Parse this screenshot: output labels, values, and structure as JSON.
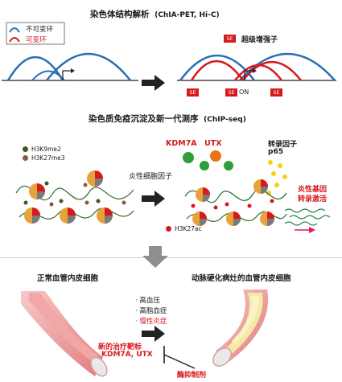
{
  "section1": {
    "title": "染色体结构解析",
    "method": "(ChIA-PET, Hi-C)",
    "legend": {
      "invariant": "不可变环",
      "variable": "可变环"
    },
    "se_label": "SE",
    "super_enhancer": "超级增强子",
    "on_label": "ON",
    "colors": {
      "blue": "#2a6fb5",
      "red": "#d7191c"
    }
  },
  "section2": {
    "title": "染色质免疫沉淀及新一代测序",
    "method": "(ChIP-seq)",
    "legend": {
      "h3k9": "H3K9me2",
      "h3k27": "H3K27me3"
    },
    "kdm7a": "KDM7A",
    "utx": "UTX",
    "tf_line1": "转录因子",
    "tf_line2": "p65",
    "cytokine": "炎性细胞因子",
    "activation_line1": "炎性基因",
    "activation_line2": "转录激活",
    "h3k27ac": "H3K27ac"
  },
  "section3": {
    "normal": "正常血管内皮细胞",
    "lesion": "动脉硬化病灶的血管内皮细胞",
    "risk_factors": [
      "· 高血压",
      "· 高脂血症",
      "· 慢性炎症"
    ],
    "target_line1": "新的治疗靶标",
    "target_line2": "KDM7A, UTX",
    "inhibitor": "酶抑制剂"
  }
}
